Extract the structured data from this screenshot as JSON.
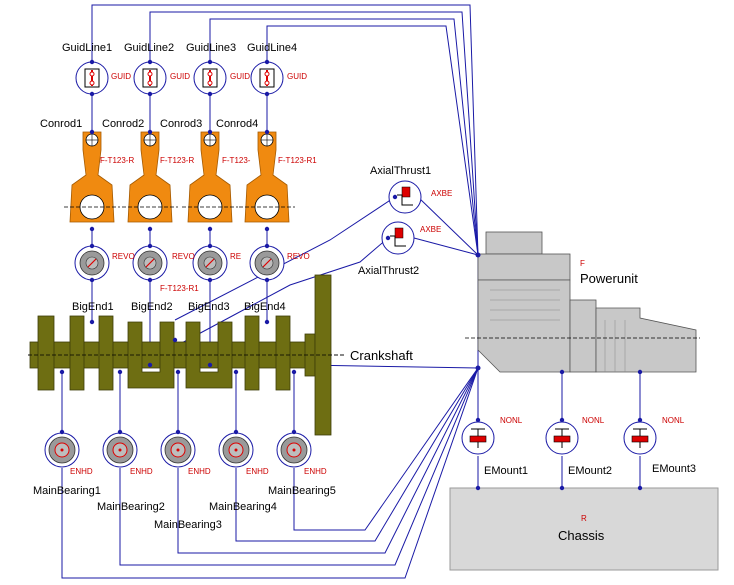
{
  "guidlines": [
    {
      "label": "GuidLine1",
      "tag": "GUID"
    },
    {
      "label": "GuidLine2",
      "tag": "GUID"
    },
    {
      "label": "GuidLine3",
      "tag": "GUID"
    },
    {
      "label": "GuidLine4",
      "tag": "GUID"
    }
  ],
  "conrods": [
    {
      "label": "Conrod1",
      "tag": "F-T123-R"
    },
    {
      "label": "Conrod2",
      "tag": "F-T123-R"
    },
    {
      "label": "Conrod3",
      "tag": "F-T123-"
    },
    {
      "label": "Conrod4",
      "tag": "F-T123-R1"
    }
  ],
  "revolutes": [
    {
      "tag": "REVO"
    },
    {
      "tag": "REVO"
    },
    {
      "tag": "RE"
    },
    {
      "tag": "REVO"
    }
  ],
  "bigends": [
    {
      "label": "BigEnd1"
    },
    {
      "label": "BigEnd2"
    },
    {
      "label": "BigEnd3"
    },
    {
      "label": "BigEnd4"
    }
  ],
  "crank_tag": "F-T123-R1",
  "crankshaft": {
    "label": "Crankshaft"
  },
  "axialthrusts": [
    {
      "label": "AxialThrust1",
      "tag": "AXBE"
    },
    {
      "label": "AxialThrust2",
      "tag": "AXBE"
    }
  ],
  "powerunit": {
    "label": "Powerunit",
    "tag": "F"
  },
  "mainbearings": [
    {
      "label": "MainBearing1",
      "tag": "ENHD"
    },
    {
      "label": "MainBearing2",
      "tag": "ENHD"
    },
    {
      "label": "MainBearing3",
      "tag": "ENHD"
    },
    {
      "label": "MainBearing4",
      "tag": "ENHD"
    },
    {
      "label": "MainBearing5",
      "tag": "ENHD"
    }
  ],
  "emounts": [
    {
      "label": "EMount1",
      "tag": "NONL"
    },
    {
      "label": "EMount2",
      "tag": "NONL"
    },
    {
      "label": "EMount3",
      "tag": "NONL"
    }
  ],
  "chassis": {
    "label": "Chassis",
    "tag": "R"
  },
  "colors": {
    "wire": "#1a1aa6",
    "conrod": "#f08a10",
    "crank": "#6e6e12",
    "powerunit": "#c8c8c8",
    "chassis": "#d8d8d8",
    "tag": "#cc0000"
  }
}
